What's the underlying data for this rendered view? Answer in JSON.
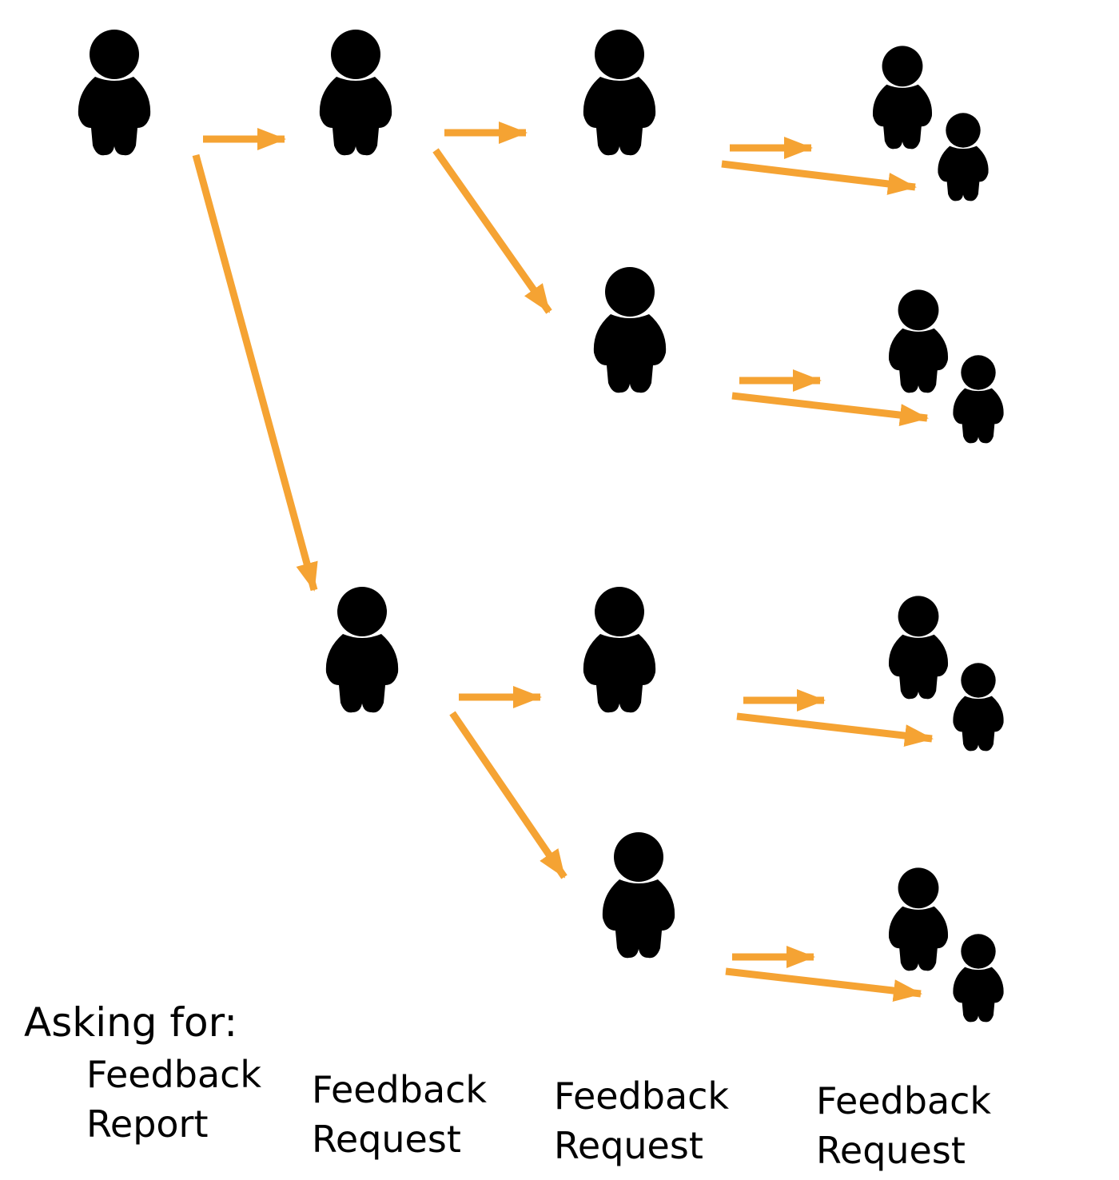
{
  "asking_for": "Asking for:",
  "labels": [
    {
      "line1": "Feedback",
      "line2": "Report"
    },
    {
      "line1": "Feedback",
      "line2": "Request"
    },
    {
      "line1": "Feedback",
      "line2": "Request"
    },
    {
      "line1": "Feedback",
      "line2": "Request"
    }
  ],
  "colors": {
    "arrow": "#F5A333",
    "person": "#000000",
    "background": "#FFFFFF"
  },
  "icons": [
    "person-icon",
    "person-pair-icon",
    "arrow-icon"
  ]
}
